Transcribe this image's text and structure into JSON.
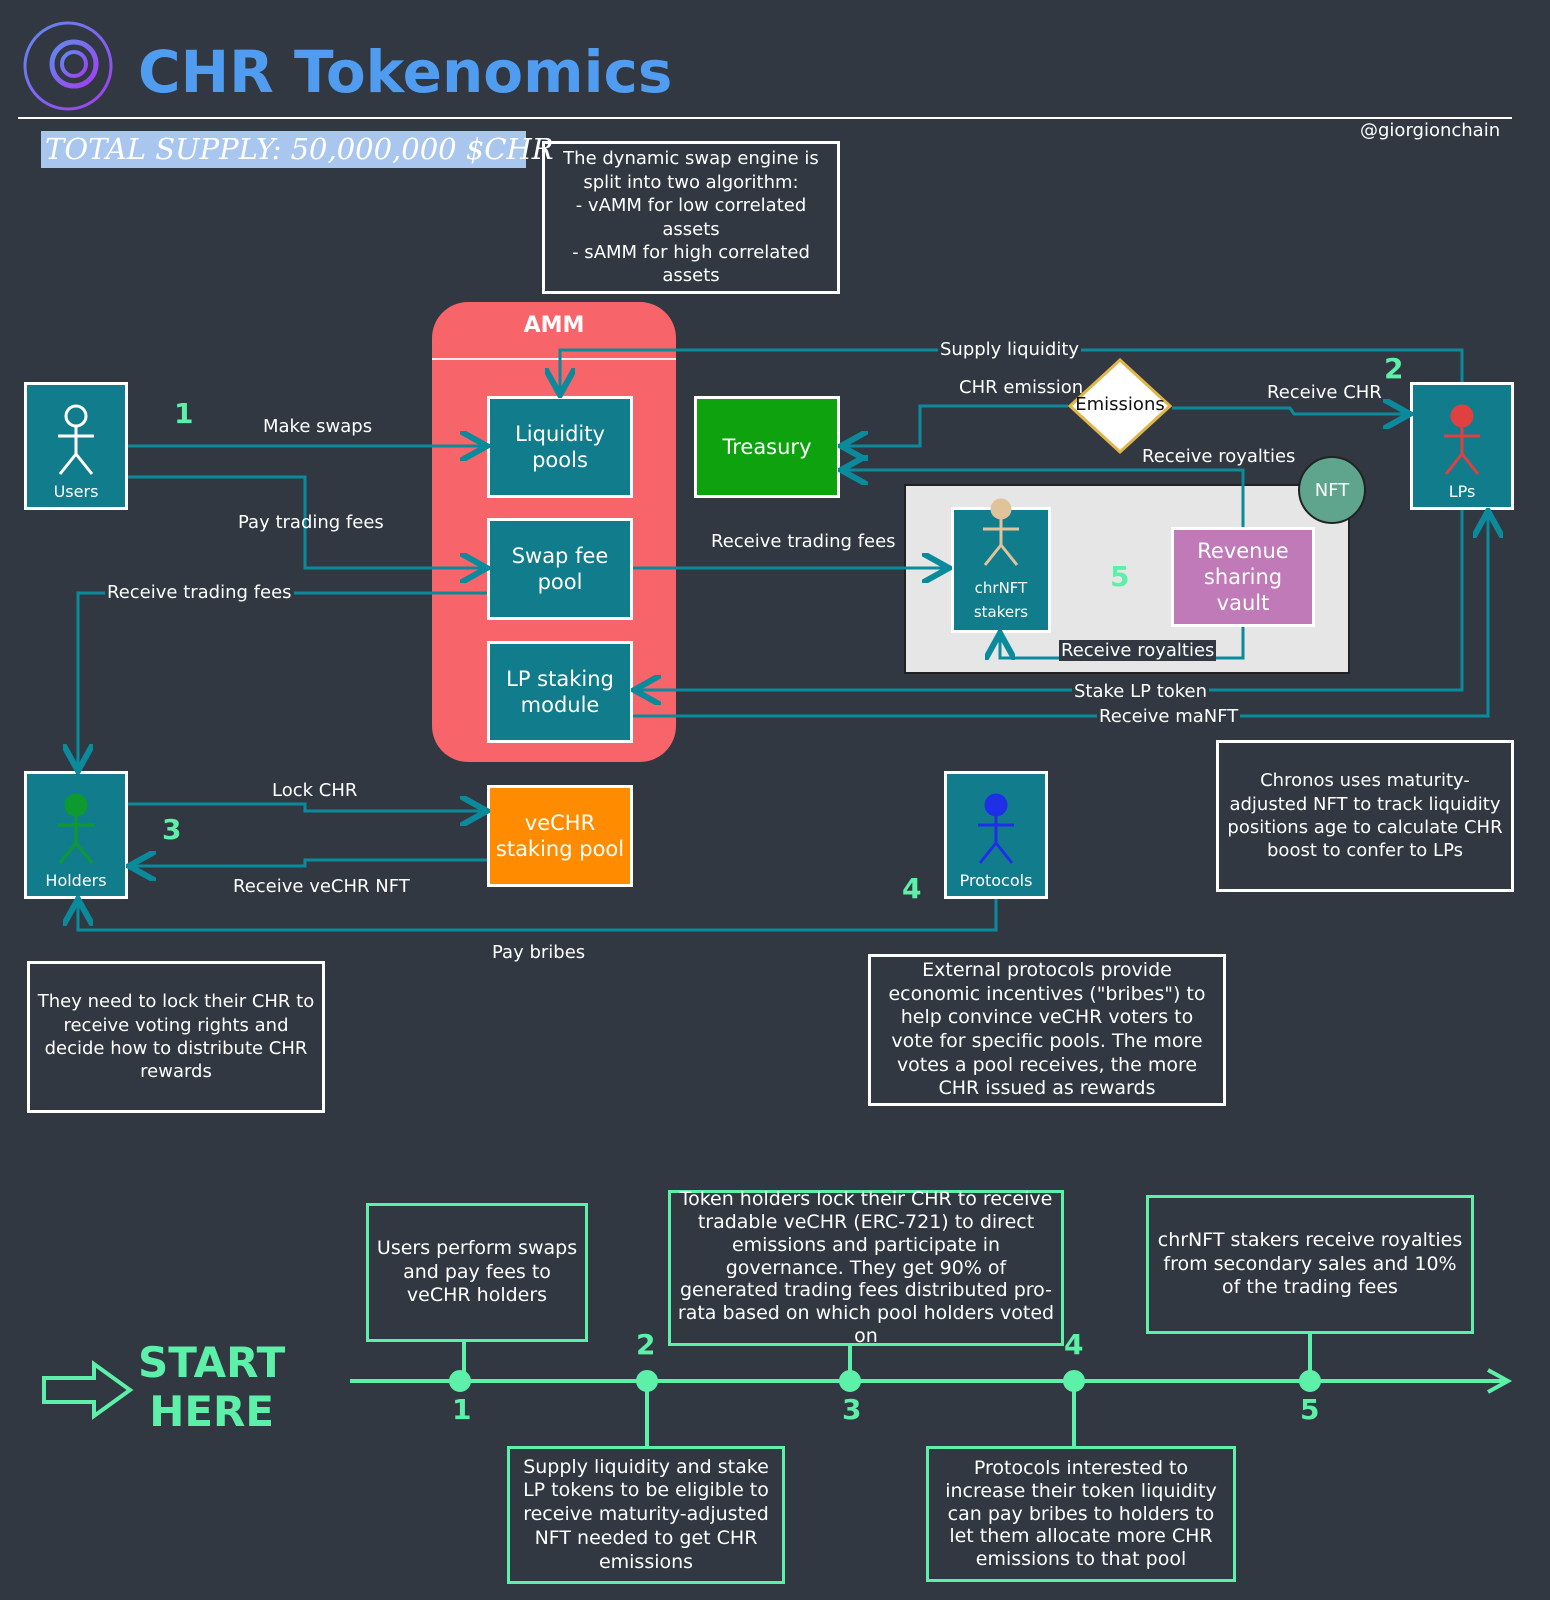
{
  "header": {
    "title": "CHR Tokenomics",
    "supply": "TOTAL SUPPLY: 50,000,000 $CHR",
    "handle": "@giorgionchain"
  },
  "notes": {
    "swap_engine": "The dynamic swap engine is split into two algorithm:\n- vAMM for low correlated assets\n- sAMM for high correlated assets",
    "maturity": "Chronos uses maturity-adjusted NFT to track liquidity positions age to calculate CHR boost to confer to LPs",
    "holders": "They need to lock their CHR to receive voting rights and decide how to distribute CHR rewards",
    "bribes": "External protocols provide economic incentives (\"bribes\") to help convince veCHR voters to vote for specific pools. The more votes a pool receives, the more CHR issued as rewards"
  },
  "nodes": {
    "amm": "AMM",
    "liquidity_pools": "Liquidity pools",
    "swap_fee_pool": "Swap fee pool",
    "lp_staking_module": "LP staking module",
    "treasury": "Treasury",
    "emissions": "Emissions",
    "nft": "NFT",
    "revenue_vault": "Revenue sharing vault",
    "vechr_pool": "veCHR staking pool"
  },
  "actors": {
    "users": "Users",
    "lps": "LPs",
    "holders": "Holders",
    "protocols": "Protocols",
    "chrnft_stakers": "chrNFT stakers"
  },
  "edges": {
    "make_swaps": "Make swaps",
    "pay_trading_fees": "Pay trading fees",
    "receive_trading_fees_holders": "Receive trading fees",
    "supply_liquidity": "Supply liquidity",
    "chr_emission": "CHR emission",
    "receive_chr": "Receive CHR",
    "receive_royalties_top": "Receive royalties",
    "receive_trading_fees_stakers": "Receive trading fees",
    "receive_royalties_bottom": "Receive royalties",
    "stake_lp_token": "Stake LP token",
    "receive_manft": "Receive maNFT",
    "lock_chr": "Lock CHR",
    "receive_vechr_nft": "Receive veCHR NFT",
    "pay_bribes": "Pay bribes"
  },
  "step_markers": {
    "s1": "1",
    "s2": "2",
    "s3": "3",
    "s4": "4",
    "s5": "5"
  },
  "timeline": {
    "start": "START\nHERE",
    "labels": [
      "1",
      "2",
      "3",
      "4",
      "5"
    ],
    "steps": [
      "Users perform swaps and pay fees to veCHR holders",
      "Supply liquidity and stake LP tokens to be eligible to receive maturity-adjusted NFT needed to get CHR emissions",
      "Token holders lock their CHR to receive tradable veCHR (ERC-721) to direct emissions and participate in governance. They get 90% of generated trading fees distributed pro-rata based on which pool holders voted on",
      "Protocols interested to increase their token liquidity can pay bribes to holders to let them allocate more CHR emissions to that pool",
      "chrNFT stakers receive royalties from secondary sales and 10% of the trading fees"
    ]
  },
  "colors": {
    "background": "#313842",
    "title_blue": "#4f9cf0",
    "teal": "#117c8c",
    "amm_red": "#f7646a",
    "treasury_green": "#0ea30e",
    "vechr_orange": "#ff8c00",
    "vault_pink": "#c17ab8",
    "nft_circle": "#5fa58d",
    "mint": "#5df0a8",
    "arrow": "#0b8a9c"
  },
  "icons": {
    "logo": "chronos-logo-icon",
    "start_arrow": "arrow-right-icon",
    "actor": "stick-figure-icon"
  }
}
